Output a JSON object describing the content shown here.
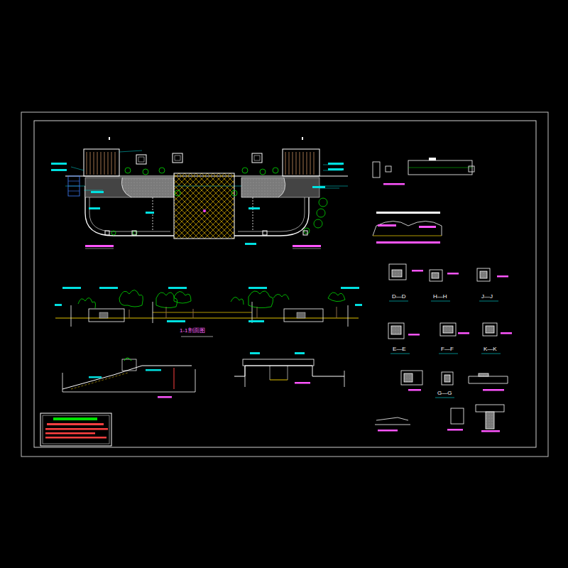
{
  "diagram": {
    "labels": [
      "D—D",
      "H—H",
      "J—J",
      "E—E",
      "F—F",
      "K—K",
      "G—G",
      "1-1剖面图"
    ]
  }
}
